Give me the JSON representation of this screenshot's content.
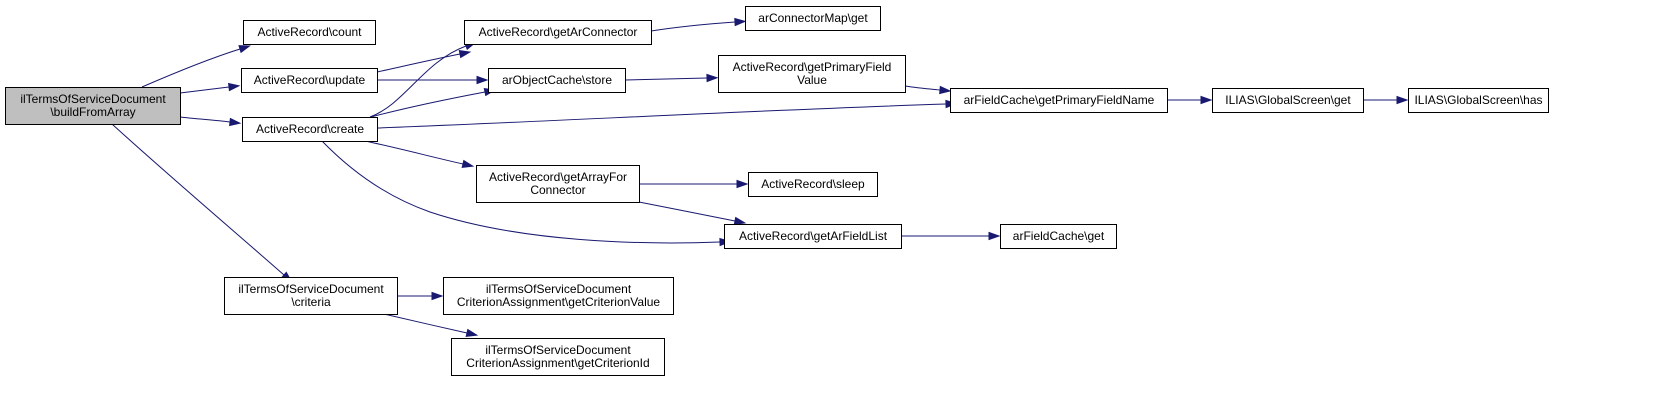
{
  "colors": {
    "edge": "#191970",
    "node_border": "#000000",
    "node_fill": "#ffffff",
    "root_fill": "#bfbfbf",
    "text": "#000000"
  },
  "nodes": [
    {
      "id": "root",
      "lines": [
        "ilTermsOfServiceDocument",
        "\\buildFromArray"
      ],
      "root": true
    },
    {
      "id": "count",
      "lines": [
        "ActiveRecord\\count"
      ]
    },
    {
      "id": "update",
      "lines": [
        "ActiveRecord\\update"
      ]
    },
    {
      "id": "create",
      "lines": [
        "ActiveRecord\\create"
      ]
    },
    {
      "id": "criteria",
      "lines": [
        "ilTermsOfServiceDocument",
        "\\criteria"
      ]
    },
    {
      "id": "getArConnector",
      "lines": [
        "ActiveRecord\\getArConnector"
      ]
    },
    {
      "id": "store",
      "lines": [
        "arObjectCache\\store"
      ]
    },
    {
      "id": "getArrayForConnector",
      "lines": [
        "ActiveRecord\\getArrayFor",
        "Connector"
      ]
    },
    {
      "id": "getCriterionValue",
      "lines": [
        "ilTermsOfServiceDocument",
        "CriterionAssignment\\getCriterionValue"
      ]
    },
    {
      "id": "getCriterionId",
      "lines": [
        "ilTermsOfServiceDocument",
        "CriterionAssignment\\getCriterionId"
      ]
    },
    {
      "id": "connectorMapGet",
      "lines": [
        "arConnectorMap\\get"
      ]
    },
    {
      "id": "getPrimaryFieldValue",
      "lines": [
        "ActiveRecord\\getPrimaryField",
        "Value"
      ]
    },
    {
      "id": "sleep",
      "lines": [
        "ActiveRecord\\sleep"
      ]
    },
    {
      "id": "getArFieldList",
      "lines": [
        "ActiveRecord\\getArFieldList"
      ]
    },
    {
      "id": "getPrimaryFieldName",
      "lines": [
        "arFieldCache\\getPrimaryFieldName"
      ]
    },
    {
      "id": "fieldCacheGet",
      "lines": [
        "arFieldCache\\get"
      ]
    },
    {
      "id": "globalScreenGet",
      "lines": [
        "ILIAS\\GlobalScreen\\get"
      ]
    },
    {
      "id": "globalScreenHas",
      "lines": [
        "ILIAS\\GlobalScreen\\has"
      ]
    }
  ],
  "edges": [
    {
      "from": "root",
      "to": "count"
    },
    {
      "from": "root",
      "to": "update"
    },
    {
      "from": "root",
      "to": "create"
    },
    {
      "from": "root",
      "to": "criteria"
    },
    {
      "from": "update",
      "to": "getArConnector"
    },
    {
      "from": "update",
      "to": "store"
    },
    {
      "from": "create",
      "to": "getArConnector"
    },
    {
      "from": "create",
      "to": "store"
    },
    {
      "from": "create",
      "to": "getPrimaryFieldName"
    },
    {
      "from": "create",
      "to": "getArrayForConnector"
    },
    {
      "from": "create",
      "to": "getArFieldList"
    },
    {
      "from": "getArConnector",
      "to": "connectorMapGet"
    },
    {
      "from": "store",
      "to": "getPrimaryFieldValue"
    },
    {
      "from": "getPrimaryFieldValue",
      "to": "getPrimaryFieldName"
    },
    {
      "from": "getPrimaryFieldName",
      "to": "globalScreenGet"
    },
    {
      "from": "globalScreenGet",
      "to": "globalScreenHas"
    },
    {
      "from": "getArrayForConnector",
      "to": "sleep"
    },
    {
      "from": "getArrayForConnector",
      "to": "getArFieldList"
    },
    {
      "from": "getArFieldList",
      "to": "fieldCacheGet"
    },
    {
      "from": "criteria",
      "to": "getCriterionValue"
    },
    {
      "from": "criteria",
      "to": "getCriterionId"
    }
  ]
}
